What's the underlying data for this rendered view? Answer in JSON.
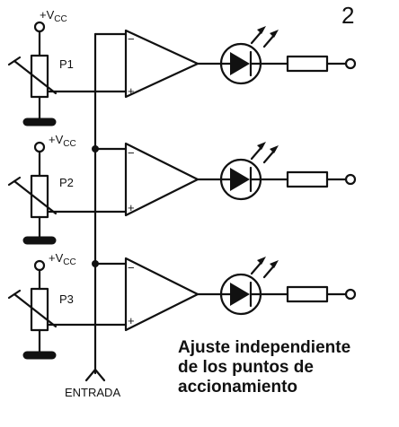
{
  "figure_number": "2",
  "supply_label": "+V",
  "supply_subscript": "CC",
  "stages": [
    {
      "pot": "P1"
    },
    {
      "pot": "P2"
    },
    {
      "pot": "P3"
    }
  ],
  "input_label": "ENTRADA",
  "opamp_inputs": {
    "inverting": "−",
    "non_inverting": "+"
  },
  "caption": {
    "line1": "Ajuste independiente",
    "line2": "de los puntos de",
    "line3": "accionamiento"
  }
}
